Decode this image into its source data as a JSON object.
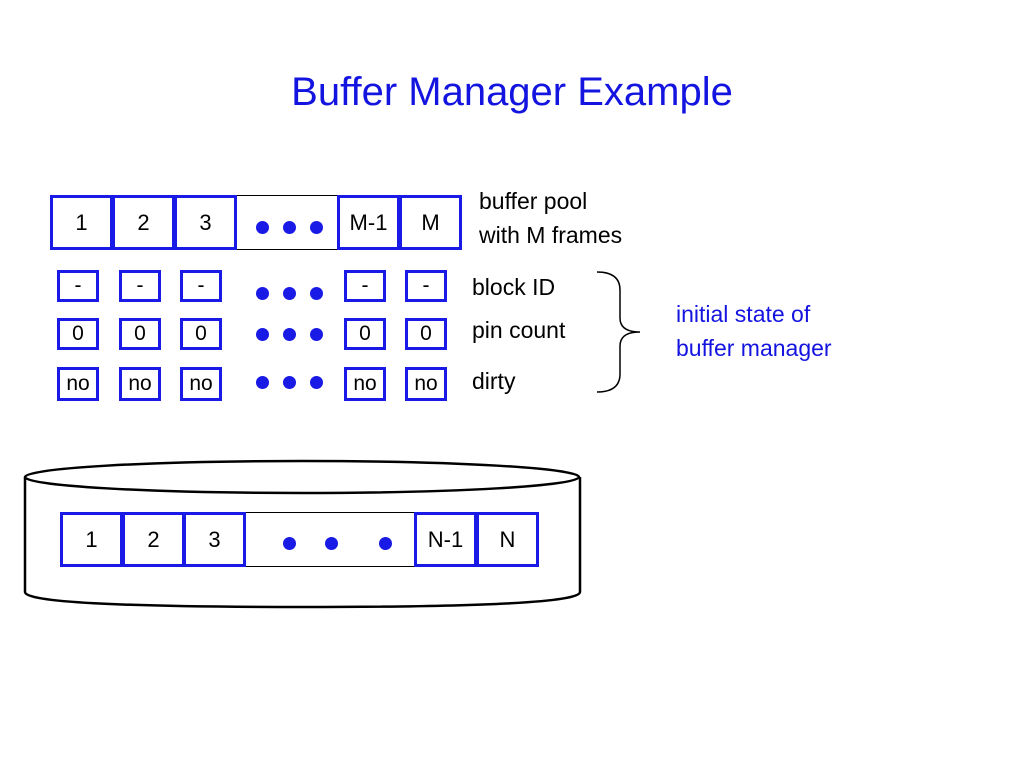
{
  "title": "Buffer Manager Example",
  "buffer_pool": {
    "frames": [
      "1",
      "2",
      "3",
      "M-1",
      "M"
    ],
    "label_line1": "buffer pool",
    "label_line2": "with M frames"
  },
  "state": {
    "block_id": {
      "label": "block ID",
      "values": [
        "-",
        "-",
        "-",
        "-",
        "-"
      ]
    },
    "pin_count": {
      "label": "pin count",
      "values": [
        "0",
        "0",
        "0",
        "0",
        "0"
      ]
    },
    "dirty": {
      "label": "dirty",
      "values": [
        "no",
        "no",
        "no",
        "no",
        "no"
      ]
    }
  },
  "annotation": {
    "line1": "initial state of",
    "line2": "buffer manager"
  },
  "disk": {
    "blocks": [
      "1",
      "2",
      "3",
      "N-1",
      "N"
    ]
  },
  "colors": {
    "accent": "#1a1ae6",
    "title": "#1414e0"
  }
}
